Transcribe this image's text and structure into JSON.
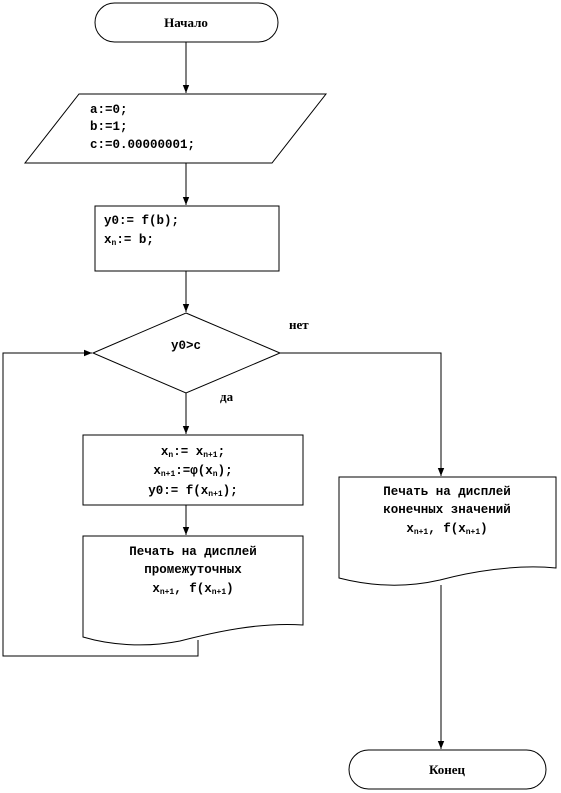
{
  "start": {
    "label": "Начало"
  },
  "input": {
    "lines": [
      "a:=0;",
      "b:=1;",
      "c:=0.00000001;"
    ]
  },
  "init": {
    "line1": "y0:= f(b);",
    "line2_x": "x",
    "line2_sub": "n",
    "line2_rest": ":= b;"
  },
  "decision": {
    "label": "y0>c",
    "yes": "да",
    "no": "нет"
  },
  "update": {
    "l1_x": "x",
    "l1_sub": "n",
    "l1_mid": ":= x",
    "l1_sub2": "n+1",
    "l1_end": ";",
    "l2_x": "x",
    "l2_sub": "n+1",
    "l2_mid": ":=φ(x",
    "l2_sub2": "n",
    "l2_end": ");",
    "l3_a": "y0:= f(x",
    "l3_sub": "n+1",
    "l3_end": ");"
  },
  "print_mid": {
    "line1": "Печать на дисплей",
    "line2": "промежуточных",
    "l3_x": "x",
    "l3_sub": "n+1",
    "l3_mid": ", f(x",
    "l3_sub2": "n+1",
    "l3_end": ")"
  },
  "print_final": {
    "line1": "Печать на дисплей",
    "line2": "конечных значений",
    "l3_x": "x",
    "l3_sub": "n+1",
    "l3_mid": ", f(x",
    "l3_sub2": "n+1",
    "l3_end": ")"
  },
  "end": {
    "label": "Конец"
  }
}
